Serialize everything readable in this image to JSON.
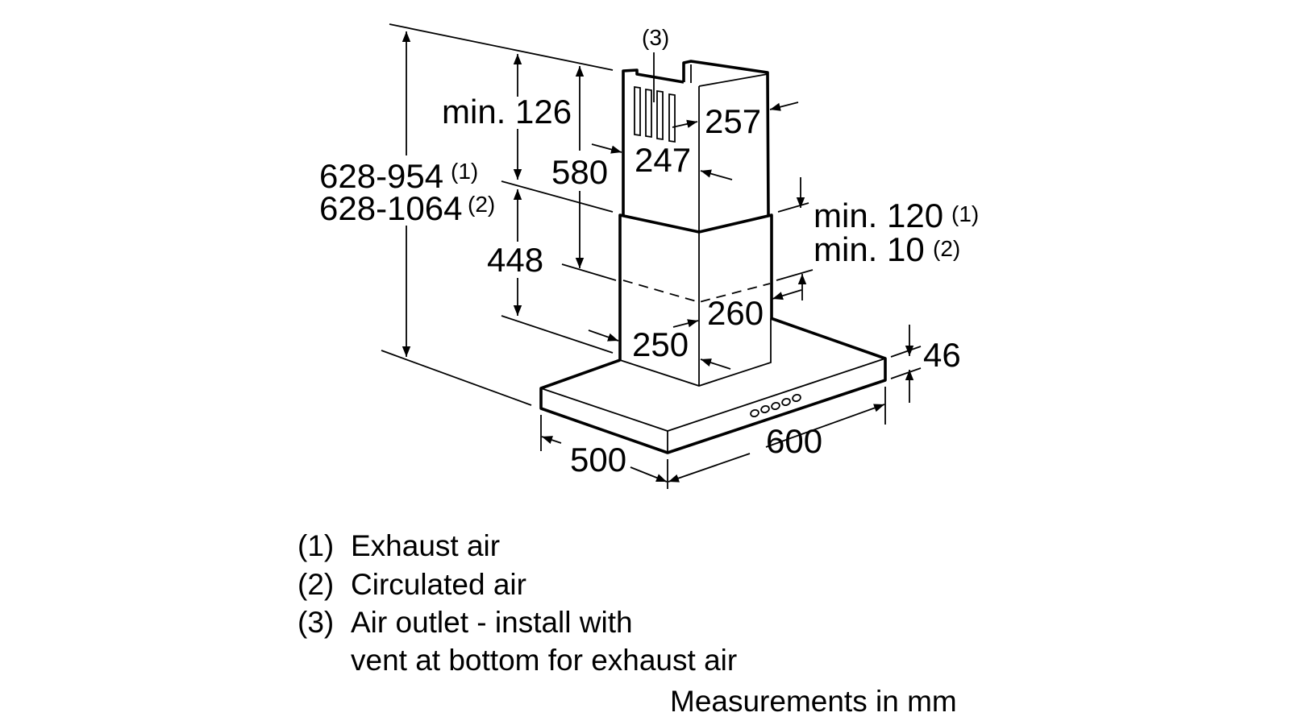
{
  "dimensions": {
    "total_height_1": "628-954",
    "total_height_1_ref": "(1)",
    "total_height_2": "628-1064",
    "total_height_2_ref": "(2)",
    "min_top": "min. 126",
    "upper_chimney": "580",
    "lower_chimney": "448",
    "upper_width": "247",
    "upper_depth": "257",
    "lower_width": "250",
    "lower_depth": "260",
    "overlap_1": "min. 120",
    "overlap_1_ref": "(1)",
    "overlap_2": "min. 10",
    "overlap_2_ref": "(2)",
    "hood_depth": "500",
    "hood_width": "600",
    "hood_height": "46",
    "outlet_ref": "(3)"
  },
  "legend": {
    "items": [
      {
        "ref": "(1)",
        "text": "Exhaust air"
      },
      {
        "ref": "(2)",
        "text": "Circulated air"
      },
      {
        "ref": "(3)",
        "text": "Air outlet - install with"
      }
    ],
    "continuation": "vent at bottom for exhaust air",
    "units_note": "Measurements in mm"
  }
}
